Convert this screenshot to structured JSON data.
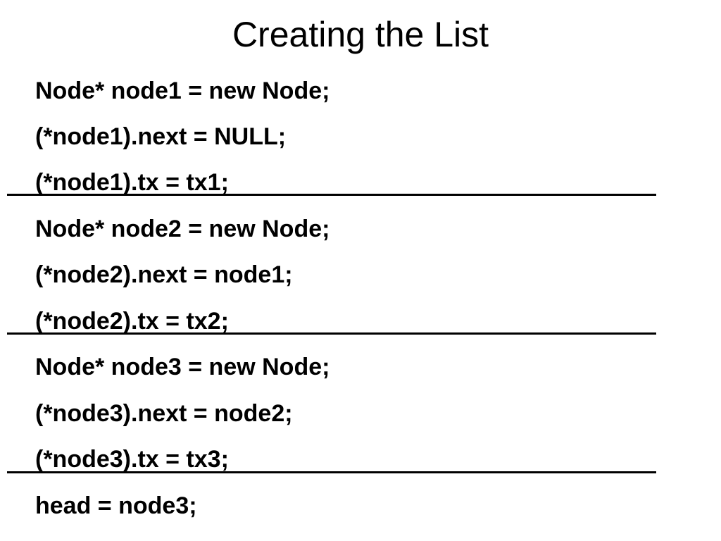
{
  "slide": {
    "title": "Creating the List",
    "groups": [
      {
        "lines": [
          "Node* node1 = new Node;",
          "(*node1).next = NULL;",
          "(*node1).tx = tx1;"
        ]
      },
      {
        "lines": [
          "Node* node2 = new Node;",
          "(*node2).next = node1;",
          "(*node2).tx = tx2;"
        ]
      },
      {
        "lines": [
          "Node* node3 = new Node;",
          "(*node3).next = node2;",
          "(*node3).tx = tx3;"
        ]
      },
      {
        "lines": [
          "head = node3;"
        ]
      }
    ]
  }
}
